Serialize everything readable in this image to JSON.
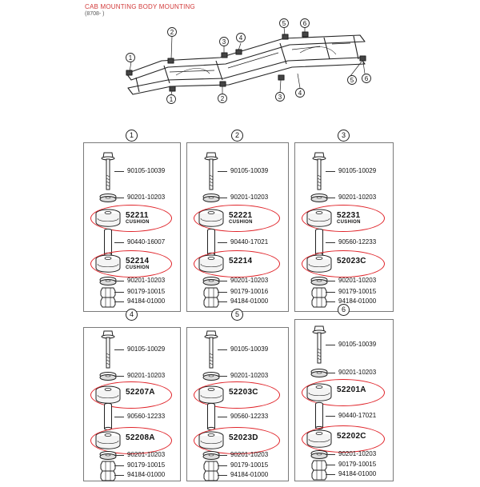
{
  "header": {
    "title": "CAB MOUNTING BODY MOUNTING",
    "subtitle": "(8708- )"
  },
  "frame_callouts": [
    "1",
    "2",
    "3",
    "4",
    "5",
    "6",
    "1",
    "2",
    "3",
    "4",
    "5",
    "6"
  ],
  "panels": [
    {
      "number": "1",
      "parts": [
        {
          "code": "90105-10039",
          "kind": "bolt"
        },
        {
          "code": "90201-10203",
          "kind": "washer"
        },
        {
          "code": "52211",
          "sub": "CUSHION",
          "kind": "cushion",
          "circled": true
        },
        {
          "code": "90440-16007",
          "kind": "spacer"
        },
        {
          "code": "52214",
          "sub": "CUSHION",
          "kind": "cushion",
          "circled": true
        },
        {
          "code": "90201-10203",
          "kind": "washer"
        },
        {
          "code": "90179-10015",
          "kind": "nut"
        },
        {
          "code": "94184-01000",
          "kind": "nut"
        }
      ]
    },
    {
      "number": "2",
      "parts": [
        {
          "code": "90105-10039",
          "kind": "bolt"
        },
        {
          "code": "90201-10203",
          "kind": "washer"
        },
        {
          "code": "52221",
          "sub": "CUSHION",
          "kind": "cushion",
          "circled": true
        },
        {
          "code": "90440-17021",
          "kind": "spacer"
        },
        {
          "code": "52214",
          "sub": "",
          "kind": "cushion",
          "circled": true
        },
        {
          "code": "90201-10203",
          "kind": "washer"
        },
        {
          "code": "90179-10016",
          "kind": "nut"
        },
        {
          "code": "94184-01000",
          "kind": "nut"
        }
      ]
    },
    {
      "number": "3",
      "parts": [
        {
          "code": "90105-10029",
          "kind": "bolt"
        },
        {
          "code": "90201-10203",
          "kind": "washer"
        },
        {
          "code": "52231",
          "sub": "CUSHION",
          "kind": "cushion",
          "circled": true
        },
        {
          "code": "90560-12233",
          "kind": "spacer"
        },
        {
          "code": "52023C",
          "sub": "",
          "kind": "cushion",
          "circled": true
        },
        {
          "code": "90201-10203",
          "kind": "washer"
        },
        {
          "code": "90179-10015",
          "kind": "nut"
        },
        {
          "code": "94184-01000",
          "kind": "nut"
        }
      ]
    },
    {
      "number": "4",
      "parts": [
        {
          "code": "90105-10029",
          "kind": "bolt"
        },
        {
          "code": "90201-10203",
          "kind": "washer"
        },
        {
          "code": "52207A",
          "sub": "",
          "kind": "cushion",
          "circled": true
        },
        {
          "code": "90560-12233",
          "kind": "spacer"
        },
        {
          "code": "52208A",
          "sub": "",
          "kind": "cushion",
          "circled": true
        },
        {
          "code": "90201-10203",
          "kind": "washer"
        },
        {
          "code": "90179-10015",
          "kind": "nut"
        },
        {
          "code": "94184-01000",
          "kind": "nut"
        }
      ]
    },
    {
      "number": "5",
      "parts": [
        {
          "code": "90105-10039",
          "kind": "bolt"
        },
        {
          "code": "90201-10203",
          "kind": "washer"
        },
        {
          "code": "52203C",
          "sub": "",
          "kind": "cushion",
          "circled": true
        },
        {
          "code": "90560-12233",
          "kind": "spacer"
        },
        {
          "code": "52023D",
          "sub": "",
          "kind": "cushion",
          "circled": true
        },
        {
          "code": "90201-10203",
          "kind": "washer"
        },
        {
          "code": "90179-10015",
          "kind": "nut"
        },
        {
          "code": "94184-01000",
          "kind": "nut"
        }
      ]
    },
    {
      "number": "6",
      "parts": [
        {
          "code": "90105-10039",
          "kind": "bolt"
        },
        {
          "code": "90201-10203",
          "kind": "washer"
        },
        {
          "code": "52201A",
          "sub": "",
          "kind": "cushion",
          "circled": true
        },
        {
          "code": "90440-17021",
          "kind": "spacer"
        },
        {
          "code": "52202C",
          "sub": "",
          "kind": "cushion",
          "circled": true
        },
        {
          "code": "90201-10203",
          "kind": "washer"
        },
        {
          "code": "90179-10015",
          "kind": "nut"
        },
        {
          "code": "94184-01000",
          "kind": "nut"
        }
      ]
    }
  ],
  "colors": {
    "title": "#d23a3a",
    "circle": "#e0242a",
    "line": "#222222",
    "panel_border": "#7a7a7a"
  }
}
